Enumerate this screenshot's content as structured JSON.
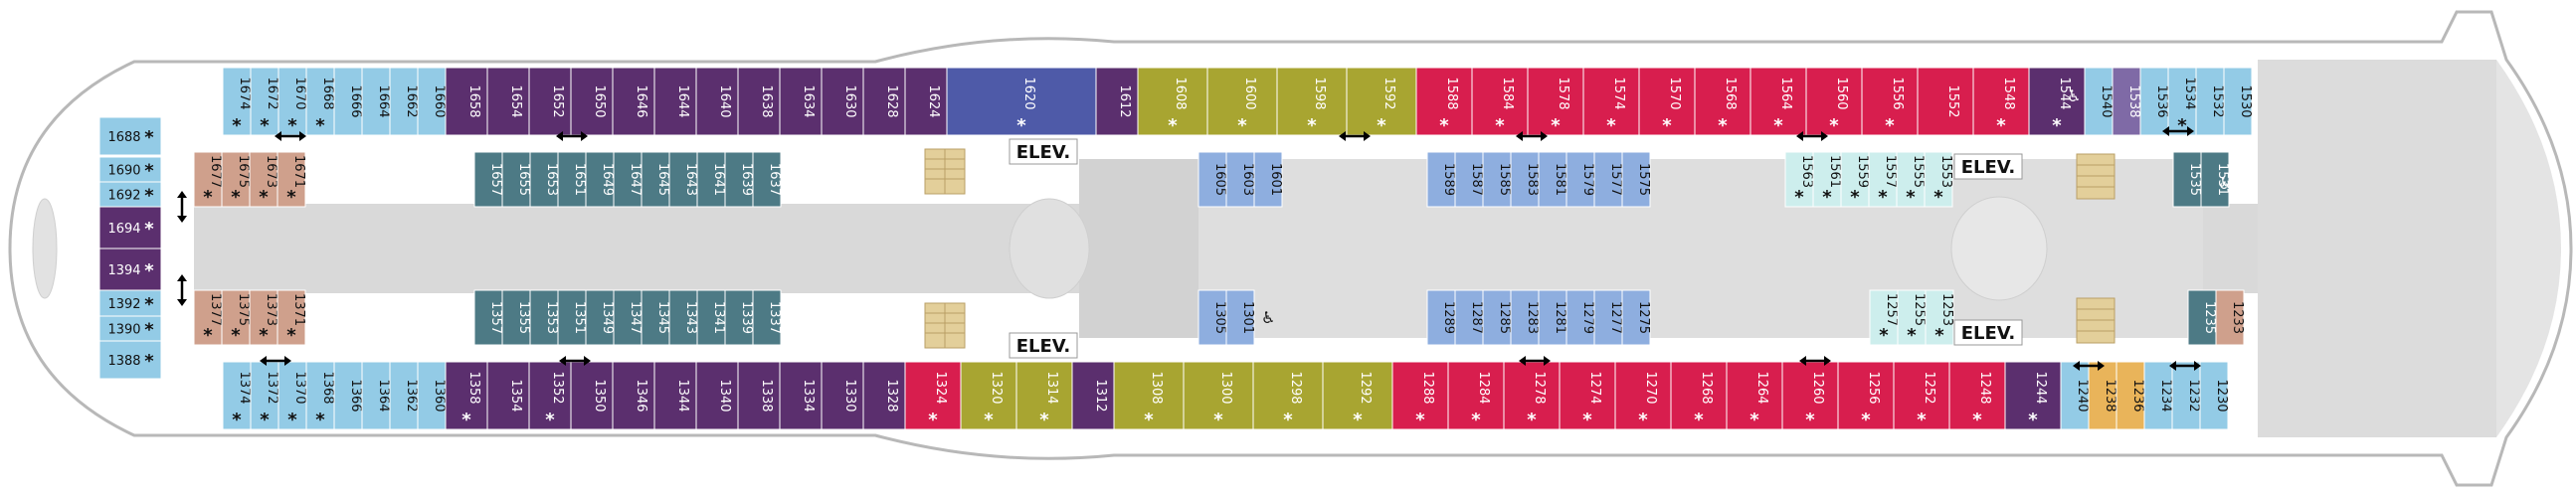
{
  "colors": {
    "light_blue": "#93cbe6",
    "purple": "#5b2f6e",
    "blue_violet": "#4e5aa8",
    "olive": "#a8a531",
    "crimson": "#d81e4e",
    "slate_teal": "#4d7a85",
    "periwinkle": "#8eaedf",
    "pale_cyan": "#cdeeed",
    "tan": "#cfa08c",
    "gold": "#e9b45a",
    "mauve": "#7f6aa6",
    "hull": "#ededed",
    "corridor": "#d9d9d9"
  },
  "labels": {
    "elev_top_center": "ELEV.",
    "elev_top_right": "ELEV.",
    "elev_bottom_center": "ELEV.",
    "elev_bottom_right": "ELEV."
  },
  "cabins": {
    "top_outer": [
      {
        "n": "1674",
        "c": "light_blue",
        "s": true
      },
      {
        "n": "1672",
        "c": "light_blue",
        "s": true
      },
      {
        "n": "1670",
        "c": "light_blue",
        "s": true
      },
      {
        "n": "1668",
        "c": "light_blue",
        "s": true
      },
      {
        "n": "1666",
        "c": "light_blue",
        "s": false
      },
      {
        "n": "1664",
        "c": "light_blue",
        "s": false
      },
      {
        "n": "1662",
        "c": "light_blue",
        "s": false
      },
      {
        "n": "1660",
        "c": "light_blue",
        "s": false
      },
      {
        "n": "1658",
        "c": "purple",
        "s": false
      },
      {
        "n": "1654",
        "c": "purple",
        "s": false
      },
      {
        "n": "1652",
        "c": "purple",
        "s": false
      },
      {
        "n": "1650",
        "c": "purple",
        "s": false
      },
      {
        "n": "1646",
        "c": "purple",
        "s": false
      },
      {
        "n": "1644",
        "c": "purple",
        "s": false
      },
      {
        "n": "1640",
        "c": "purple",
        "s": false
      },
      {
        "n": "1638",
        "c": "purple",
        "s": false
      },
      {
        "n": "1634",
        "c": "purple",
        "s": false
      },
      {
        "n": "1630",
        "c": "purple",
        "s": false
      },
      {
        "n": "1628",
        "c": "purple",
        "s": false
      },
      {
        "n": "1624",
        "c": "purple",
        "s": false
      },
      {
        "n": "1620",
        "c": "blue_violet",
        "s": true
      },
      {
        "n": "1612",
        "c": "purple",
        "s": false
      },
      {
        "n": "1608",
        "c": "olive",
        "s": true
      },
      {
        "n": "1600",
        "c": "olive",
        "s": true
      },
      {
        "n": "1598",
        "c": "olive",
        "s": true
      },
      {
        "n": "1592",
        "c": "olive",
        "s": true
      },
      {
        "n": "1588",
        "c": "crimson",
        "s": true
      },
      {
        "n": "1584",
        "c": "crimson",
        "s": true
      },
      {
        "n": "1578",
        "c": "crimson",
        "s": true
      },
      {
        "n": "1574",
        "c": "crimson",
        "s": true
      },
      {
        "n": "1570",
        "c": "crimson",
        "s": true
      },
      {
        "n": "1568",
        "c": "crimson",
        "s": true
      },
      {
        "n": "1564",
        "c": "crimson",
        "s": true
      },
      {
        "n": "1560",
        "c": "crimson",
        "s": true
      },
      {
        "n": "1556",
        "c": "crimson",
        "s": true
      },
      {
        "n": "1552",
        "c": "crimson",
        "s": false
      },
      {
        "n": "1548",
        "c": "crimson",
        "s": true
      },
      {
        "n": "1544",
        "c": "purple",
        "s": true
      },
      {
        "n": "1540",
        "c": "light_blue",
        "s": false
      },
      {
        "n": "1538",
        "c": "mauve",
        "s": false
      },
      {
        "n": "1536",
        "c": "light_blue",
        "s": false
      },
      {
        "n": "1534",
        "c": "light_blue",
        "s": true
      },
      {
        "n": "1532",
        "c": "light_blue",
        "s": false
      },
      {
        "n": "1530",
        "c": "light_blue",
        "s": false
      }
    ],
    "top_inner_left": [
      {
        "n": "1677",
        "c": "tan",
        "s": true
      },
      {
        "n": "1675",
        "c": "tan",
        "s": true
      },
      {
        "n": "1673",
        "c": "tan",
        "s": true
      },
      {
        "n": "1671",
        "c": "tan",
        "s": true
      }
    ],
    "top_inner_mid": [
      {
        "n": "1657",
        "c": "slate_teal"
      },
      {
        "n": "1655",
        "c": "slate_teal"
      },
      {
        "n": "1653",
        "c": "slate_teal"
      },
      {
        "n": "1651",
        "c": "slate_teal"
      },
      {
        "n": "1649",
        "c": "slate_teal"
      },
      {
        "n": "1647",
        "c": "slate_teal"
      },
      {
        "n": "1645",
        "c": "slate_teal"
      },
      {
        "n": "1643",
        "c": "slate_teal"
      },
      {
        "n": "1641",
        "c": "slate_teal"
      },
      {
        "n": "1639",
        "c": "slate_teal"
      },
      {
        "n": "1637",
        "c": "slate_teal"
      }
    ],
    "top_inner_center": [
      {
        "n": "1605",
        "c": "periwinkle"
      },
      {
        "n": "1603",
        "c": "periwinkle"
      },
      {
        "n": "1601",
        "c": "periwinkle"
      }
    ],
    "top_inner_right": [
      {
        "n": "1589",
        "c": "periwinkle"
      },
      {
        "n": "1587",
        "c": "periwinkle"
      },
      {
        "n": "1585",
        "c": "periwinkle"
      },
      {
        "n": "1583",
        "c": "periwinkle"
      },
      {
        "n": "1581",
        "c": "periwinkle"
      },
      {
        "n": "1579",
        "c": "periwinkle"
      },
      {
        "n": "1577",
        "c": "periwinkle"
      },
      {
        "n": "1575",
        "c": "periwinkle"
      }
    ],
    "top_inner_cyan": [
      {
        "n": "1563",
        "c": "pale_cyan",
        "s": true
      },
      {
        "n": "1561",
        "c": "pale_cyan",
        "s": true
      },
      {
        "n": "1559",
        "c": "pale_cyan",
        "s": true
      },
      {
        "n": "1557",
        "c": "pale_cyan",
        "s": true
      },
      {
        "n": "1555",
        "c": "pale_cyan",
        "s": true
      },
      {
        "n": "1553",
        "c": "pale_cyan",
        "s": true
      }
    ],
    "top_inner_aft": [
      {
        "n": "1535",
        "c": "slate_teal"
      },
      {
        "n": "1531",
        "c": "slate_teal"
      }
    ],
    "bottom_inner_left": [
      {
        "n": "1377",
        "c": "tan",
        "s": true
      },
      {
        "n": "1375",
        "c": "tan",
        "s": true
      },
      {
        "n": "1373",
        "c": "tan",
        "s": true
      },
      {
        "n": "1371",
        "c": "tan",
        "s": true
      }
    ],
    "bottom_inner_mid": [
      {
        "n": "1357",
        "c": "slate_teal"
      },
      {
        "n": "1355",
        "c": "slate_teal"
      },
      {
        "n": "1353",
        "c": "slate_teal"
      },
      {
        "n": "1351",
        "c": "slate_teal"
      },
      {
        "n": "1349",
        "c": "slate_teal"
      },
      {
        "n": "1347",
        "c": "slate_teal"
      },
      {
        "n": "1345",
        "c": "slate_teal"
      },
      {
        "n": "1343",
        "c": "slate_teal"
      },
      {
        "n": "1341",
        "c": "slate_teal"
      },
      {
        "n": "1339",
        "c": "slate_teal"
      },
      {
        "n": "1337",
        "c": "slate_teal"
      }
    ],
    "bottom_inner_center": [
      {
        "n": "1305",
        "c": "periwinkle"
      },
      {
        "n": "1301",
        "c": "periwinkle"
      }
    ],
    "bottom_inner_right": [
      {
        "n": "1289",
        "c": "periwinkle"
      },
      {
        "n": "1287",
        "c": "periwinkle"
      },
      {
        "n": "1285",
        "c": "periwinkle"
      },
      {
        "n": "1283",
        "c": "periwinkle"
      },
      {
        "n": "1281",
        "c": "periwinkle"
      },
      {
        "n": "1279",
        "c": "periwinkle"
      },
      {
        "n": "1277",
        "c": "periwinkle"
      },
      {
        "n": "1275",
        "c": "periwinkle"
      }
    ],
    "bottom_inner_cyan": [
      {
        "n": "1257",
        "c": "pale_cyan",
        "s": true
      },
      {
        "n": "1255",
        "c": "pale_cyan",
        "s": true
      },
      {
        "n": "1253",
        "c": "pale_cyan",
        "s": true
      }
    ],
    "bottom_inner_aft": [
      {
        "n": "1235",
        "c": "slate_teal"
      },
      {
        "n": "1233",
        "c": "tan"
      }
    ],
    "bottom_outer": [
      {
        "n": "1374",
        "c": "light_blue",
        "s": true
      },
      {
        "n": "1372",
        "c": "light_blue",
        "s": true
      },
      {
        "n": "1370",
        "c": "light_blue",
        "s": true
      },
      {
        "n": "1368",
        "c": "light_blue",
        "s": true
      },
      {
        "n": "1366",
        "c": "light_blue",
        "s": false
      },
      {
        "n": "1364",
        "c": "light_blue",
        "s": false
      },
      {
        "n": "1362",
        "c": "light_blue",
        "s": false
      },
      {
        "n": "1360",
        "c": "light_blue",
        "s": false
      },
      {
        "n": "1358",
        "c": "purple",
        "s": true
      },
      {
        "n": "1354",
        "c": "purple",
        "s": false
      },
      {
        "n": "1352",
        "c": "purple",
        "s": true
      },
      {
        "n": "1350",
        "c": "purple",
        "s": false
      },
      {
        "n": "1346",
        "c": "purple",
        "s": false
      },
      {
        "n": "1344",
        "c": "purple",
        "s": false
      },
      {
        "n": "1340",
        "c": "purple",
        "s": false
      },
      {
        "n": "1338",
        "c": "purple",
        "s": false
      },
      {
        "n": "1334",
        "c": "purple",
        "s": false
      },
      {
        "n": "1330",
        "c": "purple",
        "s": false
      },
      {
        "n": "1328",
        "c": "purple",
        "s": false
      },
      {
        "n": "1324",
        "c": "crimson",
        "s": true
      },
      {
        "n": "1320",
        "c": "olive",
        "s": true
      },
      {
        "n": "1314",
        "c": "olive",
        "s": true
      },
      {
        "n": "1312",
        "c": "purple",
        "s": false
      },
      {
        "n": "1308",
        "c": "olive",
        "s": true
      },
      {
        "n": "1300",
        "c": "olive",
        "s": true
      },
      {
        "n": "1298",
        "c": "olive",
        "s": true
      },
      {
        "n": "1292",
        "c": "olive",
        "s": true
      },
      {
        "n": "1288",
        "c": "crimson",
        "s": true
      },
      {
        "n": "1284",
        "c": "crimson",
        "s": true
      },
      {
        "n": "1278",
        "c": "crimson",
        "s": true
      },
      {
        "n": "1274",
        "c": "crimson",
        "s": true
      },
      {
        "n": "1270",
        "c": "crimson",
        "s": true
      },
      {
        "n": "1268",
        "c": "crimson",
        "s": true
      },
      {
        "n": "1264",
        "c": "crimson",
        "s": true
      },
      {
        "n": "1260",
        "c": "crimson",
        "s": true
      },
      {
        "n": "1256",
        "c": "crimson",
        "s": true
      },
      {
        "n": "1252",
        "c": "crimson",
        "s": true
      },
      {
        "n": "1248",
        "c": "crimson",
        "s": true
      },
      {
        "n": "1244",
        "c": "purple",
        "s": true
      },
      {
        "n": "1240",
        "c": "light_blue",
        "s": false
      },
      {
        "n": "1238",
        "c": "gold",
        "s": false
      },
      {
        "n": "1236",
        "c": "gold",
        "s": false
      },
      {
        "n": "1234",
        "c": "light_blue",
        "s": false
      },
      {
        "n": "1232",
        "c": "light_blue",
        "s": false
      },
      {
        "n": "1230",
        "c": "light_blue",
        "s": false
      }
    ],
    "bow_stack": [
      {
        "n": "1688",
        "c": "light_blue",
        "s": true
      },
      {
        "n": "1690",
        "c": "light_blue",
        "s": true
      },
      {
        "n": "1692",
        "c": "light_blue",
        "s": true
      },
      {
        "n": "1694",
        "c": "purple",
        "s": true
      },
      {
        "n": "1394",
        "c": "purple",
        "s": true
      },
      {
        "n": "1392",
        "c": "light_blue",
        "s": true
      },
      {
        "n": "1390",
        "c": "light_blue",
        "s": true
      },
      {
        "n": "1388",
        "c": "light_blue",
        "s": true
      }
    ]
  }
}
